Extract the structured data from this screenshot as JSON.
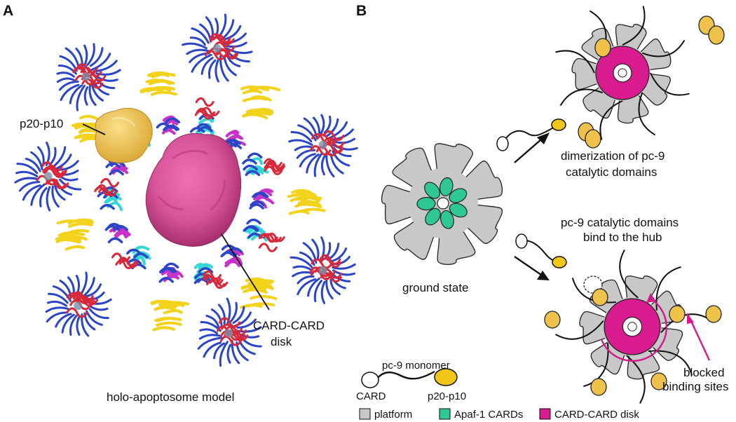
{
  "panels": {
    "a": {
      "letter": "A",
      "caption": "holo-apoptosome model",
      "callout_p20": "p20-p10",
      "callout_disk_line1": "CARD-CARD",
      "callout_disk_line2": "disk"
    },
    "b": {
      "letter": "B",
      "ground_state": "ground state",
      "dimer_line1": "dimerization of pc-9",
      "dimer_line2": "catalytic domains",
      "bind_line1": "pc-9 catalytic domains",
      "bind_line2": "bind to the hub",
      "blocked_line1": "blocked",
      "blocked_line2": "binding sites",
      "monomer_title": "pc-9 monomer",
      "monomer_card": "CARD",
      "monomer_p20": "p20-p10"
    }
  },
  "legend": [
    {
      "label": "platform",
      "color": "#c8c8c8"
    },
    {
      "label": "Apaf-1 CARDs",
      "color": "#2ec795"
    },
    {
      "label": "CARD-CARD disk",
      "color": "#d81b8f"
    }
  ],
  "colors": {
    "beta_propeller": "#2a45c8",
    "wd_propeller": "#f2d21a",
    "helical_core": "#d8283a",
    "card_cyan": "#34d6d6",
    "linker_magenta": "#c832c8",
    "disk_pink": "#d9559b",
    "p20_gold": "#efc24c",
    "platform_gray": "#c8c8c8",
    "hub_magenta": "#d81b8f",
    "apaf_card_green": "#2ec795",
    "arrow_magenta": "#d4198b"
  }
}
